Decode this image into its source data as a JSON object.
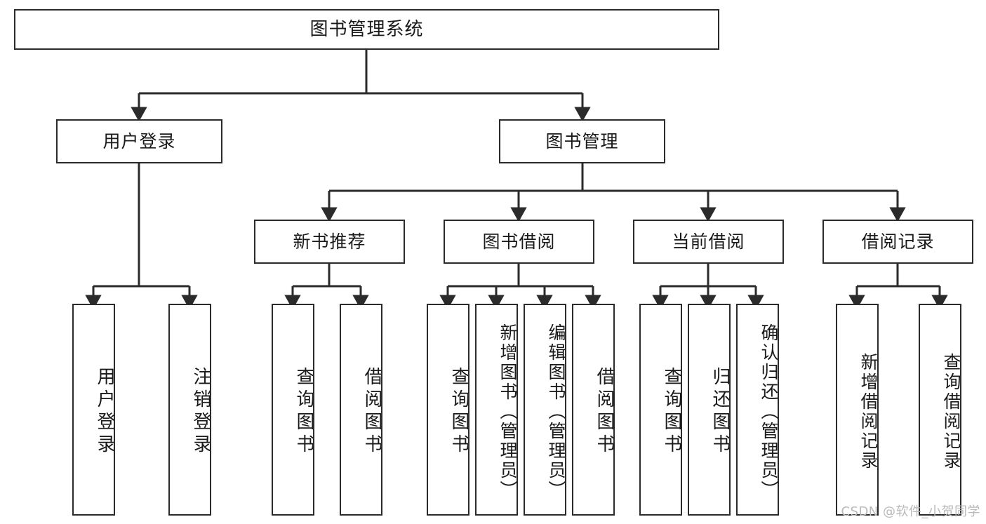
{
  "diagram": {
    "type": "tree-hierarchy-diagram",
    "title": "图书管理系统",
    "root": {
      "label": "图书管理系统",
      "id": "root"
    },
    "level2": [
      {
        "id": "user-login",
        "label": "用户登录"
      },
      {
        "id": "book-manage",
        "label": "图书管理"
      }
    ],
    "level3": [
      {
        "id": "new-book-recommend",
        "label": "新书推荐",
        "parent": "book-manage"
      },
      {
        "id": "book-borrow",
        "label": "图书借阅",
        "parent": "book-manage"
      },
      {
        "id": "current-borrow",
        "label": "当前借阅",
        "parent": "book-manage"
      },
      {
        "id": "borrow-record",
        "label": "借阅记录",
        "parent": "book-manage"
      }
    ],
    "leaves": {
      "user-login": [
        {
          "id": "leaf-user-login",
          "label": "用户登录"
        },
        {
          "id": "leaf-user-logout",
          "label": "注销登录"
        }
      ],
      "new-book-recommend": [
        {
          "id": "leaf-query-book-1",
          "label": "查询图书"
        },
        {
          "id": "leaf-borrow-book-1",
          "label": "借阅图书"
        }
      ],
      "book-borrow": [
        {
          "id": "leaf-query-book-2",
          "label": "查询图书"
        },
        {
          "id": "leaf-add-book",
          "label": "新增图书（管理员）"
        },
        {
          "id": "leaf-edit-book",
          "label": "编辑图书（管理员）"
        },
        {
          "id": "leaf-borrow-book-2",
          "label": "借阅图书"
        }
      ],
      "current-borrow": [
        {
          "id": "leaf-query-book-3",
          "label": "查询图书"
        },
        {
          "id": "leaf-return-book",
          "label": "归还图书"
        },
        {
          "id": "leaf-confirm-return",
          "label": "确认归还（管理员）"
        }
      ],
      "borrow-record": [
        {
          "id": "leaf-add-record",
          "label": "新增借阅记录"
        },
        {
          "id": "leaf-query-record",
          "label": "查询借阅记录"
        }
      ]
    },
    "colors": {
      "stroke": "#2b2b2b",
      "background": "#ffffff",
      "text": "#1a1a1a",
      "watermark": "#b9b9b9"
    }
  },
  "watermark": {
    "text": "CSDN @软件_小贺同学"
  }
}
